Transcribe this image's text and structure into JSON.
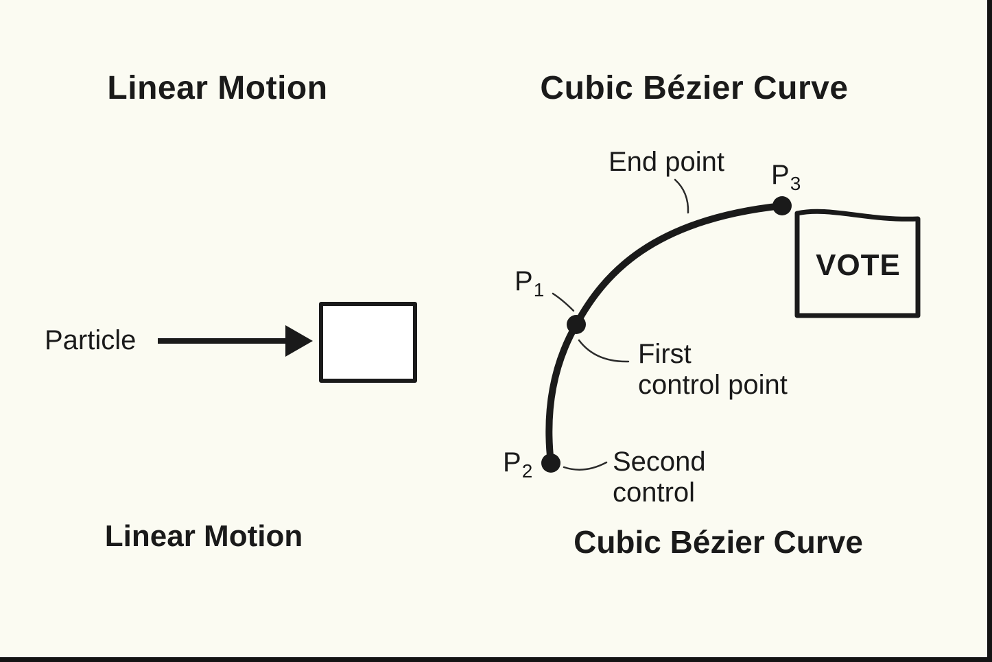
{
  "colors": {
    "background": "#FBFBF2",
    "ink": "#1A1A1A"
  },
  "left_panel": {
    "title": "Linear Motion",
    "particle_label": "Particle",
    "caption": "Linear Motion"
  },
  "right_panel": {
    "title": "Cubic Bézier Curve",
    "caption": "Cubic Bézier Curve",
    "end_point_label": "End point",
    "first_control_label_line1": "First",
    "first_control_label_line2": "control point",
    "second_control_label_line1": "Second",
    "second_control_label_line2": "control",
    "points": [
      {
        "base": "P",
        "sub": "1"
      },
      {
        "base": "P",
        "sub": "2"
      },
      {
        "base": "P",
        "sub": "3"
      }
    ],
    "vote_label": "VOTE"
  }
}
